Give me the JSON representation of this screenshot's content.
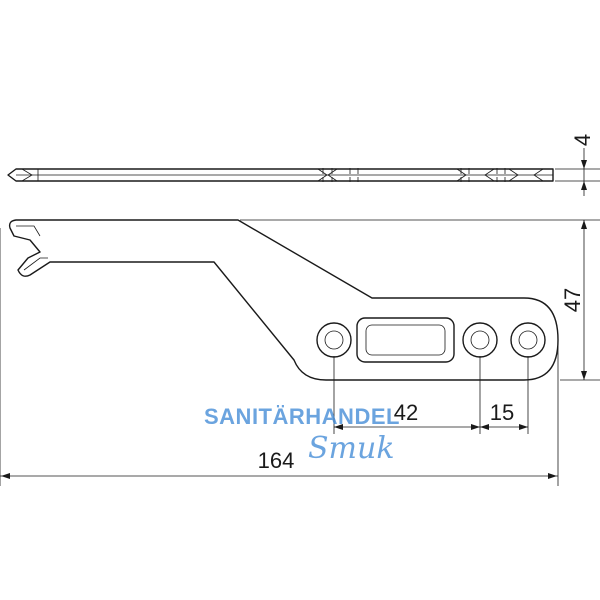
{
  "drawing": {
    "dimensions": {
      "thickness": "4",
      "height": "47",
      "hole_spacing_a": "42",
      "hole_spacing_b": "15",
      "overall_length": "164"
    },
    "watermark": {
      "line1": "SANITÄRHANDEL",
      "line2": "Smuk"
    },
    "colors": {
      "line": "#1a1a1a",
      "watermark": "#3a86d4"
    }
  }
}
